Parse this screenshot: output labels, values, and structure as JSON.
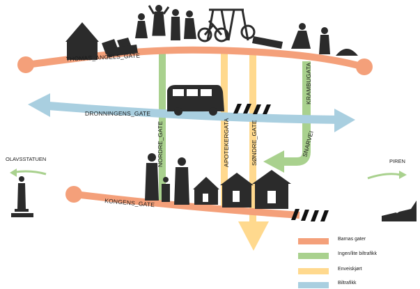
{
  "streets": {
    "thomas_angels": "THOMAS_ANGELS_GATE",
    "dronningens": "DRONNINGENS_GATE",
    "kongens": "KONGENS_GATE",
    "nordre": "NORDRE_GATE",
    "apotekergata": "APOTEKERGATA",
    "sondre": "SØNDRE_GATE",
    "krambugata": "KRAMBUGATA",
    "snarvei": "SNARVEI"
  },
  "places": {
    "olavsstatuen": "OLAVSSTATUEN",
    "piren": "PIREN"
  },
  "legend": [
    {
      "label": "Barnas gater",
      "color": "#f4a07a"
    },
    {
      "label": "Ingen/lite biltrafikk",
      "color": "#a9d18e"
    },
    {
      "label": "Enveiskjørt",
      "color": "#ffd98e"
    },
    {
      "label": "Biltrafikk",
      "color": "#a9cfe0"
    }
  ],
  "colors": {
    "barnas": "#f4a07a",
    "ingen": "#a9d18e",
    "enveis": "#ffd98e",
    "bil": "#a9cfe0",
    "silhouette": "#2b2b2b"
  }
}
